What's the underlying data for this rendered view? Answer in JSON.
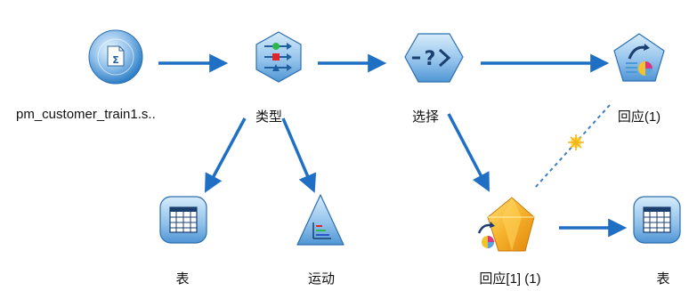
{
  "colors": {
    "arrow": "#1f6fc4",
    "link_dashed": "#3f7fc4",
    "node_fill": "#8fc0ea",
    "node_fill_dark": "#2e7fc6",
    "node_highlight": "#d6ecfb",
    "model_gold": "#f2a21a",
    "model_gold_light": "#ffd25a"
  },
  "nodes": [
    {
      "id": "source",
      "label": "pm_customer_train1.s..",
      "icon": "sas-file-source-icon"
    },
    {
      "id": "type",
      "label": "类型",
      "icon": "type-node-icon"
    },
    {
      "id": "select",
      "label": "选择",
      "icon": "select-node-icon"
    },
    {
      "id": "response-model",
      "label": "回应(1)",
      "icon": "response-model-icon"
    },
    {
      "id": "table-1",
      "label": "表",
      "icon": "table-node-icon"
    },
    {
      "id": "evaluation",
      "label": "运动",
      "icon": "evaluation-chart-icon"
    },
    {
      "id": "response-nugget",
      "label": "回应[1] (1)",
      "icon": "model-nugget-icon"
    },
    {
      "id": "table-2",
      "label": "表",
      "icon": "table-node-icon"
    }
  ]
}
